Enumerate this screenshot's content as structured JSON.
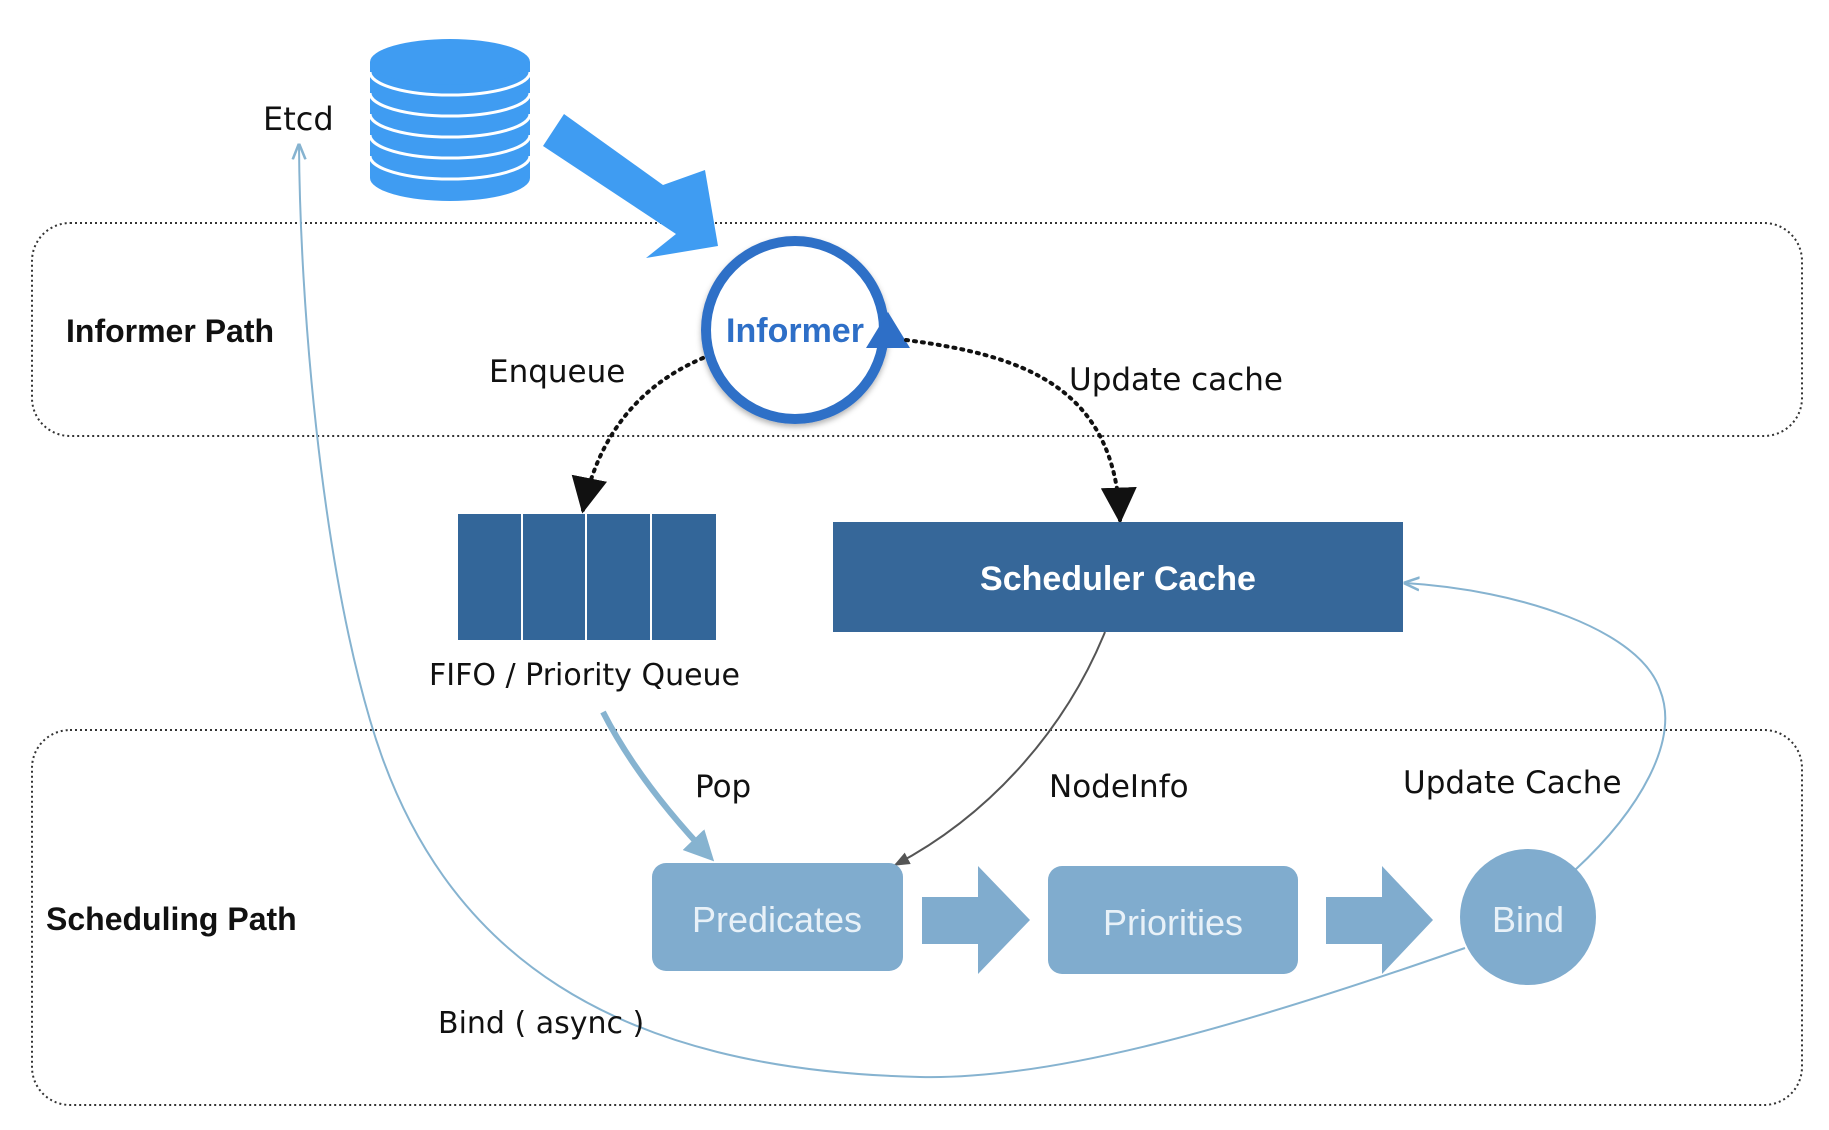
{
  "diagram": {
    "etcd_label": "Etcd",
    "informer_path_label": "Informer Path",
    "scheduling_path_label": "Scheduling Path",
    "informer_label": "Informer",
    "enqueue_label": "Enqueue",
    "update_cache_top_label": "Update cache",
    "queue_label": "FIFO / Priority  Queue",
    "scheduler_cache_label": "Scheduler Cache",
    "pop_label": "Pop",
    "nodeinfo_label": "NodeInfo",
    "update_cache_bottom_label": "Update Cache",
    "predicates_label": "Predicates",
    "priorities_label": "Priorities",
    "bind_label": "Bind",
    "bind_async_label": "Bind ( async )"
  },
  "colors": {
    "database": "#3f9cf2",
    "big_arrow": "#3f9cf2",
    "informer_ring": "#2e6fc7",
    "informer_text": "#2e6fc7",
    "queue_fill": "#336699",
    "scheduler_cache_fill": "#366799",
    "stage_fill": "#80acce",
    "stage_arrow": "#80acce",
    "thin_link": "#86b3d0",
    "nodeinfo_link": "#555555"
  }
}
